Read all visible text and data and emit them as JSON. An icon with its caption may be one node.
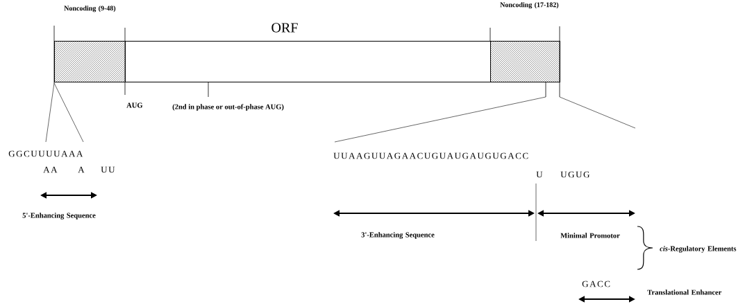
{
  "diagram": {
    "nodes": [
      {
        "text": [
          "Noncoding (9-48)"
        ]
      },
      {
        "text": [
          "ORF"
        ]
      },
      {
        "text": [
          "Noncoding (17-182)"
        ]
      }
    ],
    "labels": [
      "AUG",
      "(2nd in phase or out-of-phase AUG)",
      "GGCUUUUAAA",
      "AA",
      "A",
      "UU",
      "5'-Enhancing Sequence",
      "UUAAGUUAGAACUGUAUGAUGUGACC",
      "U",
      "UGUG",
      "3'-Enhancing Sequence",
      "Minimal Promotor",
      "*cis*-Regulatory Elements",
      "GACC",
      "Translational Enhancer"
    ]
  }
}
